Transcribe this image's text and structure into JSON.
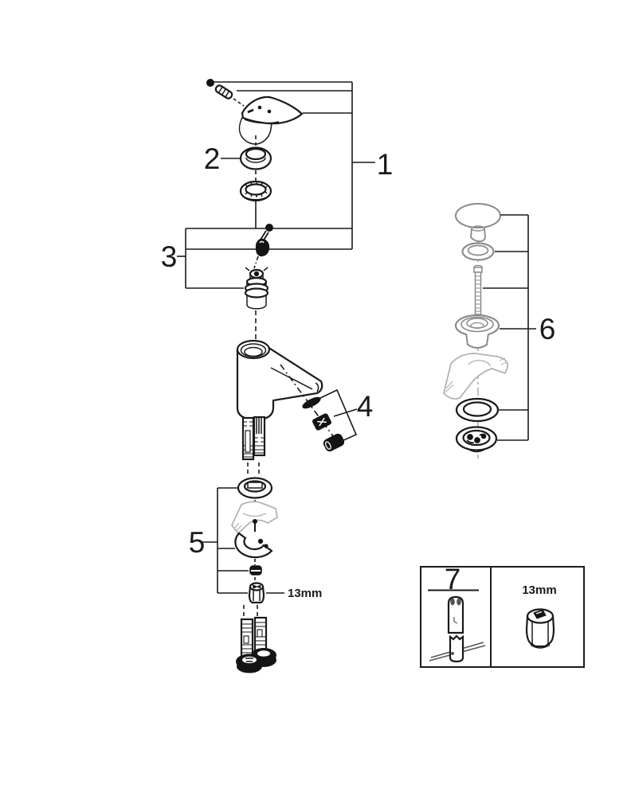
{
  "diagram": {
    "background": "#ffffff",
    "line_color": "#1a1a1a",
    "gray_part_color": "#8a8a8a",
    "light_gray_color": "#b3b3b3",
    "callouts": [
      {
        "id": 1,
        "text": "1",
        "target": "handle-assembly"
      },
      {
        "id": 2,
        "text": "2",
        "target": "handle-cap-ring"
      },
      {
        "id": 3,
        "text": "3",
        "target": "cartridge-assembly"
      },
      {
        "id": 4,
        "text": "4",
        "target": "aerator-parts"
      },
      {
        "id": 5,
        "text": "5",
        "target": "mounting-set"
      },
      {
        "id": 6,
        "text": "6",
        "target": "pop-up-waste-set"
      },
      {
        "id": 7,
        "text": "7",
        "target": "mounting-tool"
      }
    ],
    "annotations": {
      "nut_size": "13mm",
      "tool_socket_size": "13mm"
    }
  }
}
